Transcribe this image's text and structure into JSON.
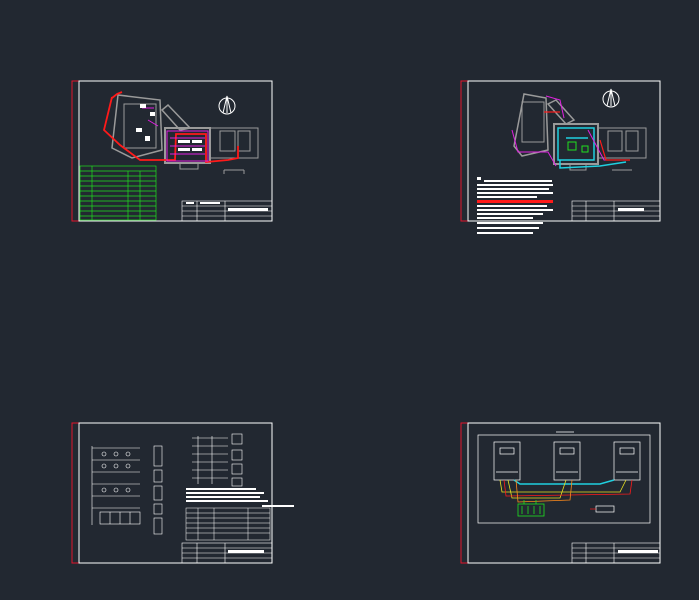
{
  "canvas": {
    "background": "#222831"
  },
  "colors": {
    "frame": "#ffffff",
    "margin_line": "#e0142a",
    "wall": "#9a9a9a",
    "red": "#ff1a1a",
    "magenta": "#e020e0",
    "green": "#20e020",
    "cyan": "#20d0e0",
    "yellow": "#e8e020",
    "orange": "#ff8a1a"
  },
  "sheets": [
    {
      "id": "sheet-1",
      "kind": "site-plan-with-table"
    },
    {
      "id": "sheet-2",
      "kind": "site-plan-with-notes"
    },
    {
      "id": "sheet-3",
      "kind": "wiring-schematic"
    },
    {
      "id": "sheet-4",
      "kind": "system-diagram"
    }
  ]
}
